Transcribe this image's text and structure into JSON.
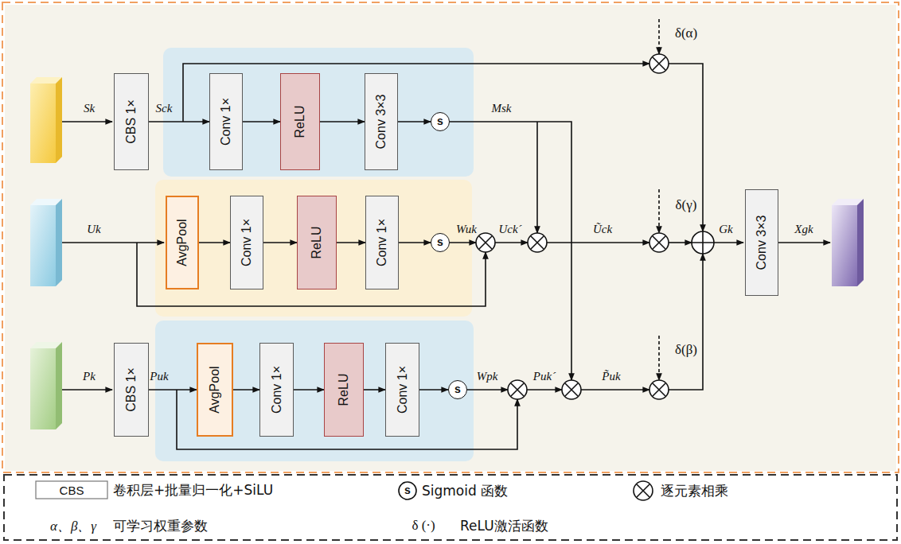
{
  "diagram": {
    "nodes": [
      {
        "text": [
          "CBS 1×"
        ]
      },
      {
        "text": [
          "Conv 1×"
        ]
      },
      {
        "text": [
          "ReLU"
        ]
      },
      {
        "text": [
          "Conv 3×3"
        ]
      },
      {
        "text": [
          "s"
        ]
      },
      {
        "text": [
          "AvgPool"
        ]
      },
      {
        "text": [
          "Conv 1×"
        ]
      },
      {
        "text": [
          "ReLU"
        ]
      },
      {
        "text": [
          "Conv 1×"
        ]
      },
      {
        "text": [
          "s"
        ]
      },
      {
        "text": [
          "CBS 1×"
        ]
      },
      {
        "text": [
          "AvgPool"
        ]
      },
      {
        "text": [
          "Conv 1×"
        ]
      },
      {
        "text": [
          "ReLU"
        ]
      },
      {
        "text": [
          "Conv 1×"
        ]
      },
      {
        "text": [
          "s"
        ]
      },
      {
        "text": [
          "Conv 3×3"
        ]
      }
    ],
    "edges": [
      {
        "from": 0,
        "to": 1,
        "arrow": "to"
      },
      {
        "from": 1,
        "to": 2,
        "arrow": "to"
      },
      {
        "from": 2,
        "to": 3,
        "arrow": "to"
      },
      {
        "from": 3,
        "to": 4,
        "arrow": "to"
      },
      {
        "from": 5,
        "to": 6,
        "arrow": "to"
      },
      {
        "from": 6,
        "to": 7,
        "arrow": "to"
      },
      {
        "from": 7,
        "to": 8,
        "arrow": "to"
      },
      {
        "from": 8,
        "to": 9,
        "arrow": "to"
      },
      {
        "from": 10,
        "to": 11,
        "arrow": "to"
      },
      {
        "from": 11,
        "to": 12,
        "arrow": "to"
      },
      {
        "from": 12,
        "to": 13,
        "arrow": "to"
      },
      {
        "from": 13,
        "to": 14,
        "arrow": "to"
      },
      {
        "from": 14,
        "to": 15,
        "arrow": "to"
      }
    ],
    "labels": [
      "Sk",
      "Sck",
      "Msk",
      "Uk",
      "Wuk",
      "Uck´",
      "Ũck",
      "Pk",
      "Puk",
      "Wpk",
      "Puk´",
      "P̃uk",
      "Gk",
      "Xgk",
      "δ(α)",
      "δ(γ)",
      "δ(β)",
      "CBS",
      "s",
      "α、β、γ",
      "δ (·)"
    ],
    "legend": [
      {
        "text": "卷积层+批量归一化+SiLU"
      },
      {
        "text": "Sigmoid 函数"
      },
      {
        "text": "逐元素相乘"
      },
      {
        "text": "可学习权重参数"
      },
      {
        "text": "ReLU激活函数"
      }
    ]
  }
}
